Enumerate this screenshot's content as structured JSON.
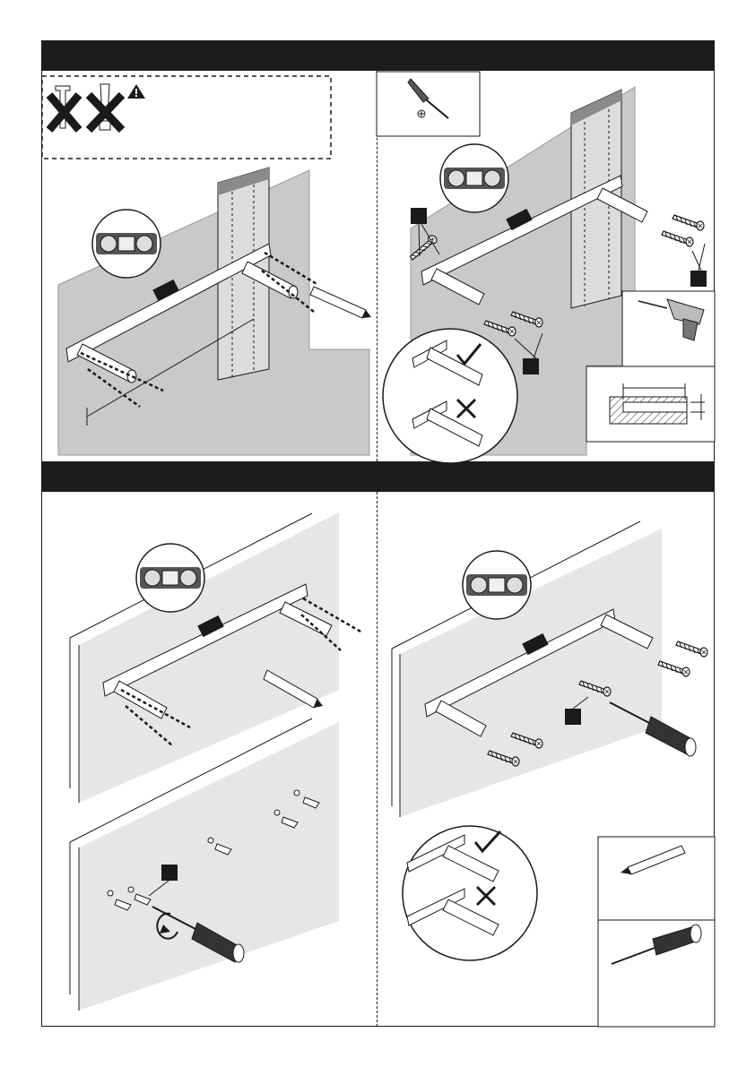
{
  "page": {
    "sections": [
      {
        "id": "step-1",
        "title": ""
      },
      {
        "id": "step-2",
        "title": ""
      },
      {
        "id": "step-3",
        "title": ""
      },
      {
        "id": "step-4",
        "title": ""
      }
    ]
  },
  "icons": {
    "warning": "warning-icon",
    "no_toggle_bolt": "toggle-bolt-crossed-icon",
    "no_anchor": "anchor-crossed-icon",
    "screwdriver": "phillips-screwdriver-icon",
    "drill": "power-drill-icon",
    "pencil": "pencil-icon",
    "level": "bubble-level-icon",
    "check": "check-icon",
    "cross": "cross-icon"
  },
  "colors": {
    "ink": "#1a1a1a",
    "wall": "#c9c9c9",
    "wall_light": "#e6e6e6",
    "stud": "#dcdcdc",
    "label_box": "#1a1a1a"
  }
}
